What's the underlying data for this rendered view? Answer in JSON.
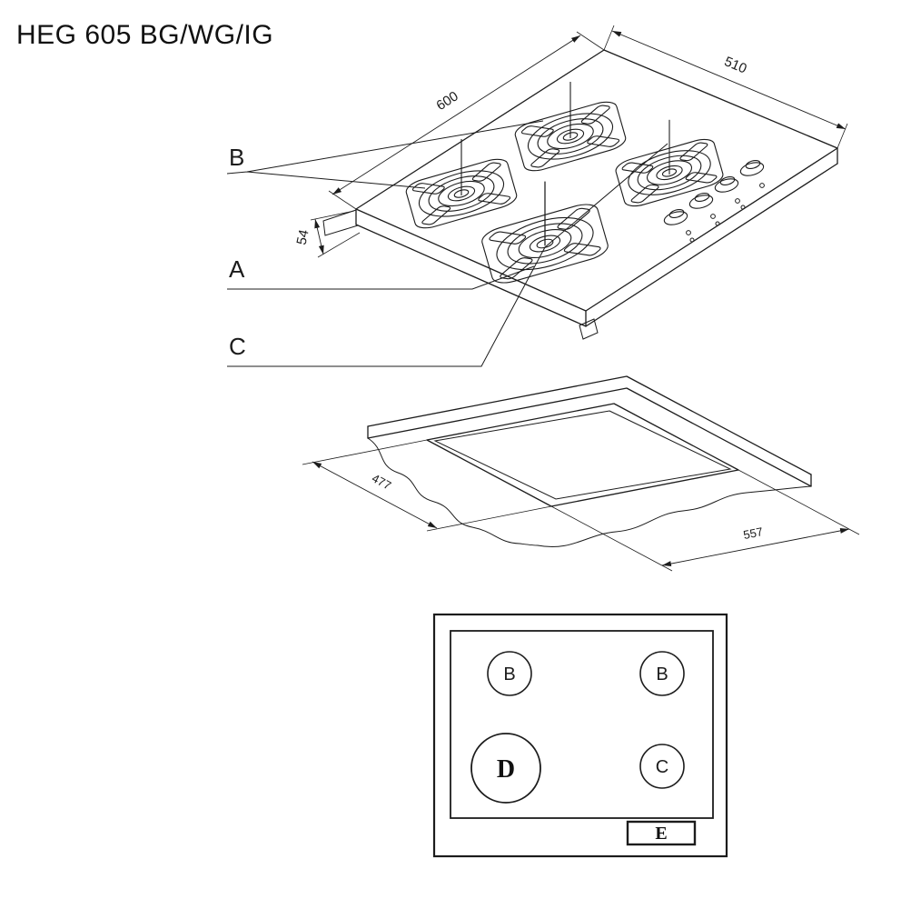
{
  "page": {
    "title": "HEG 605 BG/WG/IG"
  },
  "isometric_view": {
    "part_labels": {
      "b": "B",
      "a": "A",
      "c": "C"
    },
    "dimensions": {
      "width": "600",
      "depth": "510",
      "height": "54"
    }
  },
  "cutout_view": {
    "dimensions": {
      "cutout_depth": "477",
      "cutout_width": "557"
    }
  },
  "schematic_view": {
    "burners": [
      {
        "position": "top-left",
        "label": "B"
      },
      {
        "position": "top-right",
        "label": "B"
      },
      {
        "position": "bottom-left",
        "label": "D"
      },
      {
        "position": "bottom-right",
        "label": "C"
      }
    ],
    "control_panel_label": "E"
  },
  "colors": {
    "line": "#1c1c1c",
    "background": "#ffffff"
  }
}
